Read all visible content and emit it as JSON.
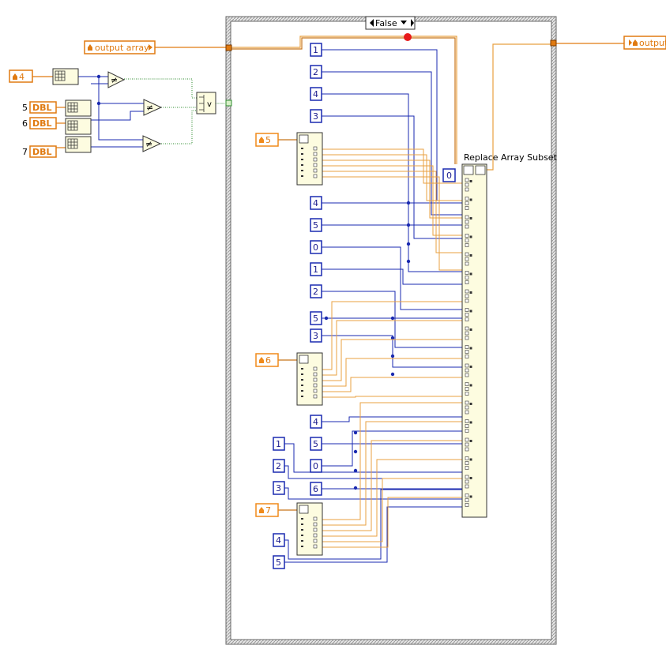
{
  "case_selector": {
    "value": "False"
  },
  "output_array_control": {
    "label": "output array"
  },
  "output_array_indicator": {
    "label": "output"
  },
  "replace_node": {
    "label": "Replace Array Subset",
    "index_constant": "0"
  },
  "compare_inputs": [
    {
      "label": "4",
      "type": ""
    },
    {
      "label": "5",
      "type": "DBL"
    },
    {
      "label": "6",
      "type": "DBL"
    },
    {
      "label": "7",
      "type": "DBL"
    }
  ],
  "compare_ops": [
    "≠",
    "≠",
    "≠"
  ],
  "or_node": {
    "symbol": "v"
  },
  "inner_controls": [
    "5",
    "6",
    "7"
  ],
  "constants": {
    "group_a": [
      "1",
      "2",
      "4",
      "3"
    ],
    "group_b": [
      "4",
      "5",
      "0",
      "1",
      "2",
      "5",
      "3"
    ],
    "group_c": [
      "4",
      "5",
      "0",
      "6"
    ],
    "group_d_left": [
      "1",
      "2",
      "3"
    ],
    "group_d_bottom": [
      "4",
      "5"
    ]
  },
  "colors": {
    "array_wire": "#e8a040",
    "array_wire_dark": "#c8761a",
    "int_wire": "#1a2ab0",
    "bool_wire": "#2e8b2e",
    "case_border": "#777777",
    "node_fill": "#fdfce0",
    "control_orange": "#f08a1a",
    "breakpoint": "#e81a1a"
  }
}
